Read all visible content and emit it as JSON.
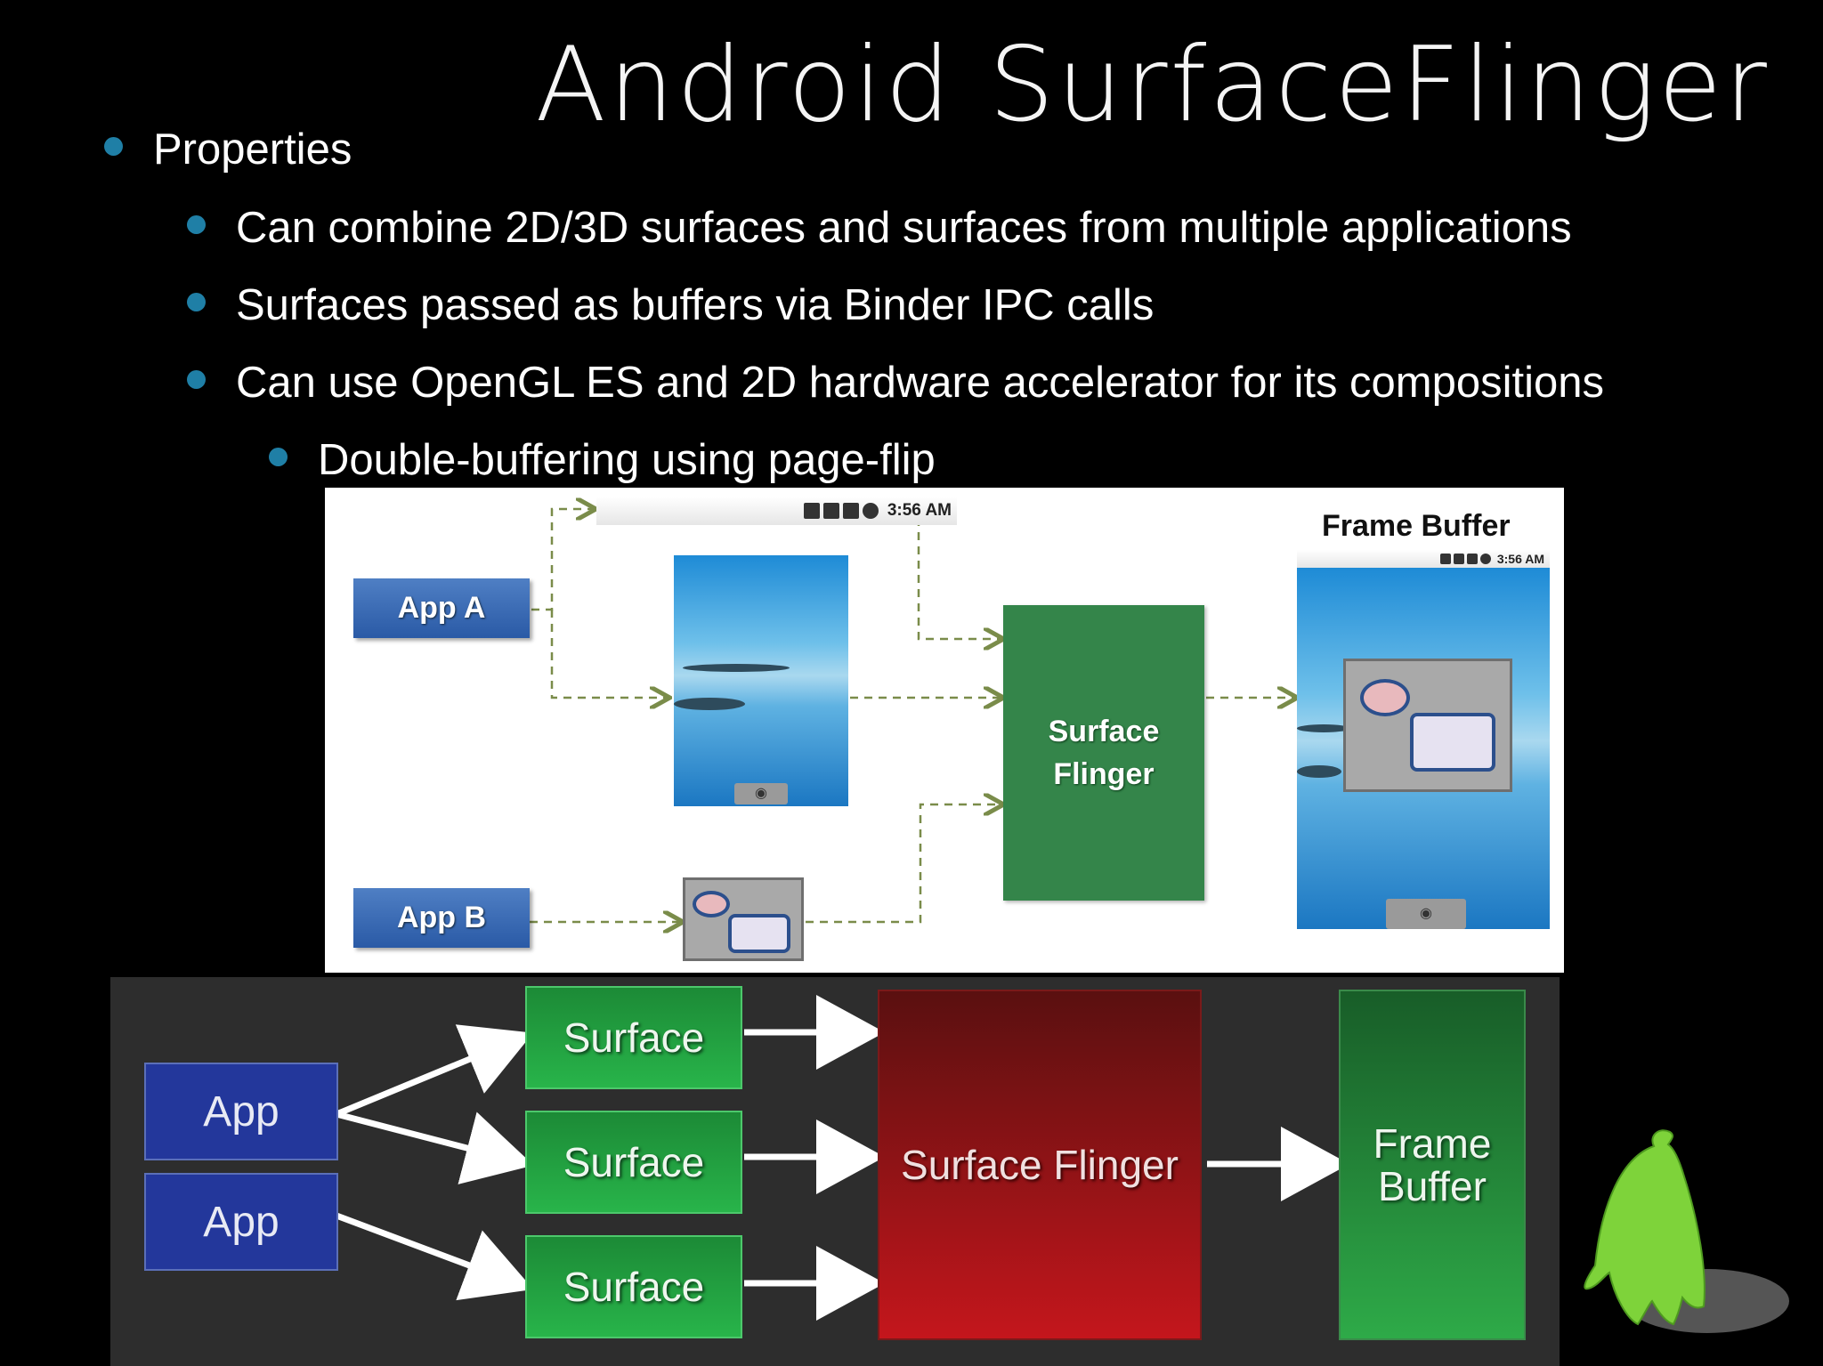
{
  "title": "Android SurfaceFlinger",
  "bullets": [
    {
      "level": 1,
      "text": "Properties"
    },
    {
      "level": 2,
      "text": "Can combine 2D/3D surfaces and surfaces from multiple applications"
    },
    {
      "level": 2,
      "text": "Surfaces passed as buffers via Binder IPC calls"
    },
    {
      "level": 2,
      "text": "Can use OpenGL ES and 2D hardware accelerator for its compositions"
    },
    {
      "level": 3,
      "text": "Double-buffering using page-flip"
    }
  ],
  "top_diagram": {
    "app_a": "App A",
    "app_b": "App B",
    "surface_flinger_line1": "Surface",
    "surface_flinger_line2": "Flinger",
    "frame_buffer_label": "Frame Buffer",
    "status_time": "3:56 AM",
    "status_time_small": "3:56 AM"
  },
  "bottom_diagram": {
    "apps": [
      "App",
      "App"
    ],
    "surfaces": [
      "Surface",
      "Surface",
      "Surface"
    ],
    "surface_flinger": "Surface Flinger",
    "frame_buffer_line1": "Frame",
    "frame_buffer_line2": "Buffer"
  },
  "colors": {
    "bullet_dot": "#1f7fa6",
    "app_blue_top": "#3a6ab6",
    "surface_flinger_green": "#34854a",
    "app_blue_bottom": "#23379b",
    "surface_green": "#22a03f",
    "surface_flinger_red": "#c4161c",
    "frame_buffer_green": "#2eaa48",
    "arrow_dashed": "#7a8c4a"
  }
}
